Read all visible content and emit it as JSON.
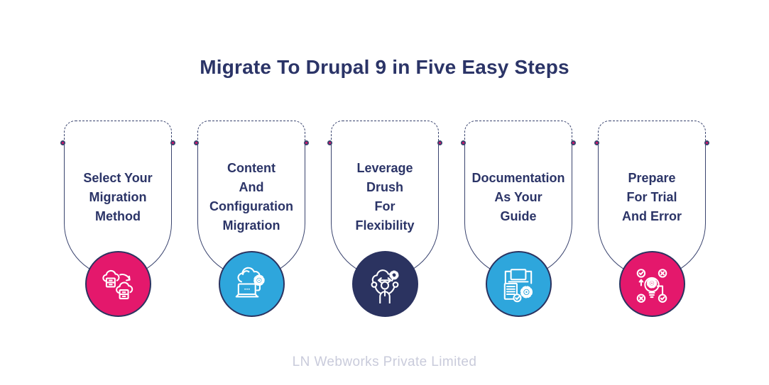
{
  "title": "Migrate To Drupal 9 in Five Easy Steps",
  "footer": "LN Webworks Private Limited",
  "colors": {
    "title_text": "#2B3467",
    "outline": "#39436E",
    "dot_pink": "#D4156A",
    "circle_pink": "#E4186C",
    "circle_blue": "#2EA6DC",
    "circle_navy": "#2B3360",
    "icon_stroke": "#FFFFFF",
    "footer_text": "#C9CBDB"
  },
  "steps": [
    {
      "label": "Select Your\nMigration\nMethod",
      "icon": "cloud-migration-icon",
      "circle_color": "#E4186C"
    },
    {
      "label": "Content\nAnd\nConfiguration\nMigration",
      "icon": "laptop-cloud-gear-icon",
      "circle_color": "#2EA6DC"
    },
    {
      "label": "Leverage\nDrush\nFor\nFlexibility",
      "icon": "person-cloud-sync-icon",
      "circle_color": "#2B3360"
    },
    {
      "label": "Documentation\nAs Your\nGuide",
      "icon": "documentation-gear-icon",
      "circle_color": "#2EA6DC"
    },
    {
      "label": "Prepare\nFor Trial\nAnd Error",
      "icon": "bulb-trial-error-icon",
      "circle_color": "#E4186C"
    }
  ]
}
